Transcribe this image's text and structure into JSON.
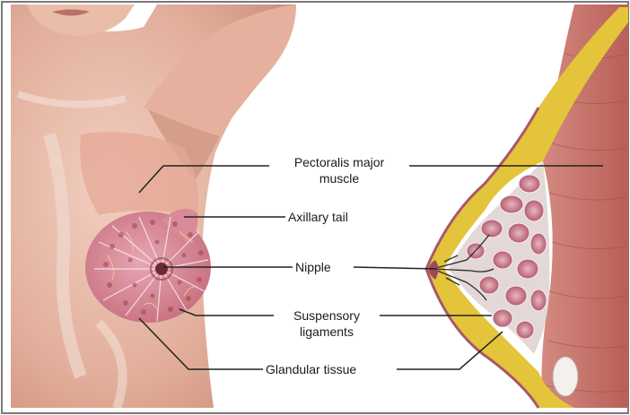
{
  "labels": {
    "pectoralis_line1": "Pectoralis major",
    "pectoralis_line2": "muscle",
    "axillary_tail": "Axillary tail",
    "nipple": "Nipple",
    "suspensory_line1": "Suspensory",
    "suspensory_line2": "ligaments",
    "glandular_tissue": "Glandular tissue"
  },
  "colors": {
    "skin": "#e8b9a6",
    "skin_shadow": "#c98f7a",
    "muscle": "#c9766f",
    "fat": "#e9cc3c",
    "gland": "#b7566f",
    "leader_line": "#222222"
  }
}
